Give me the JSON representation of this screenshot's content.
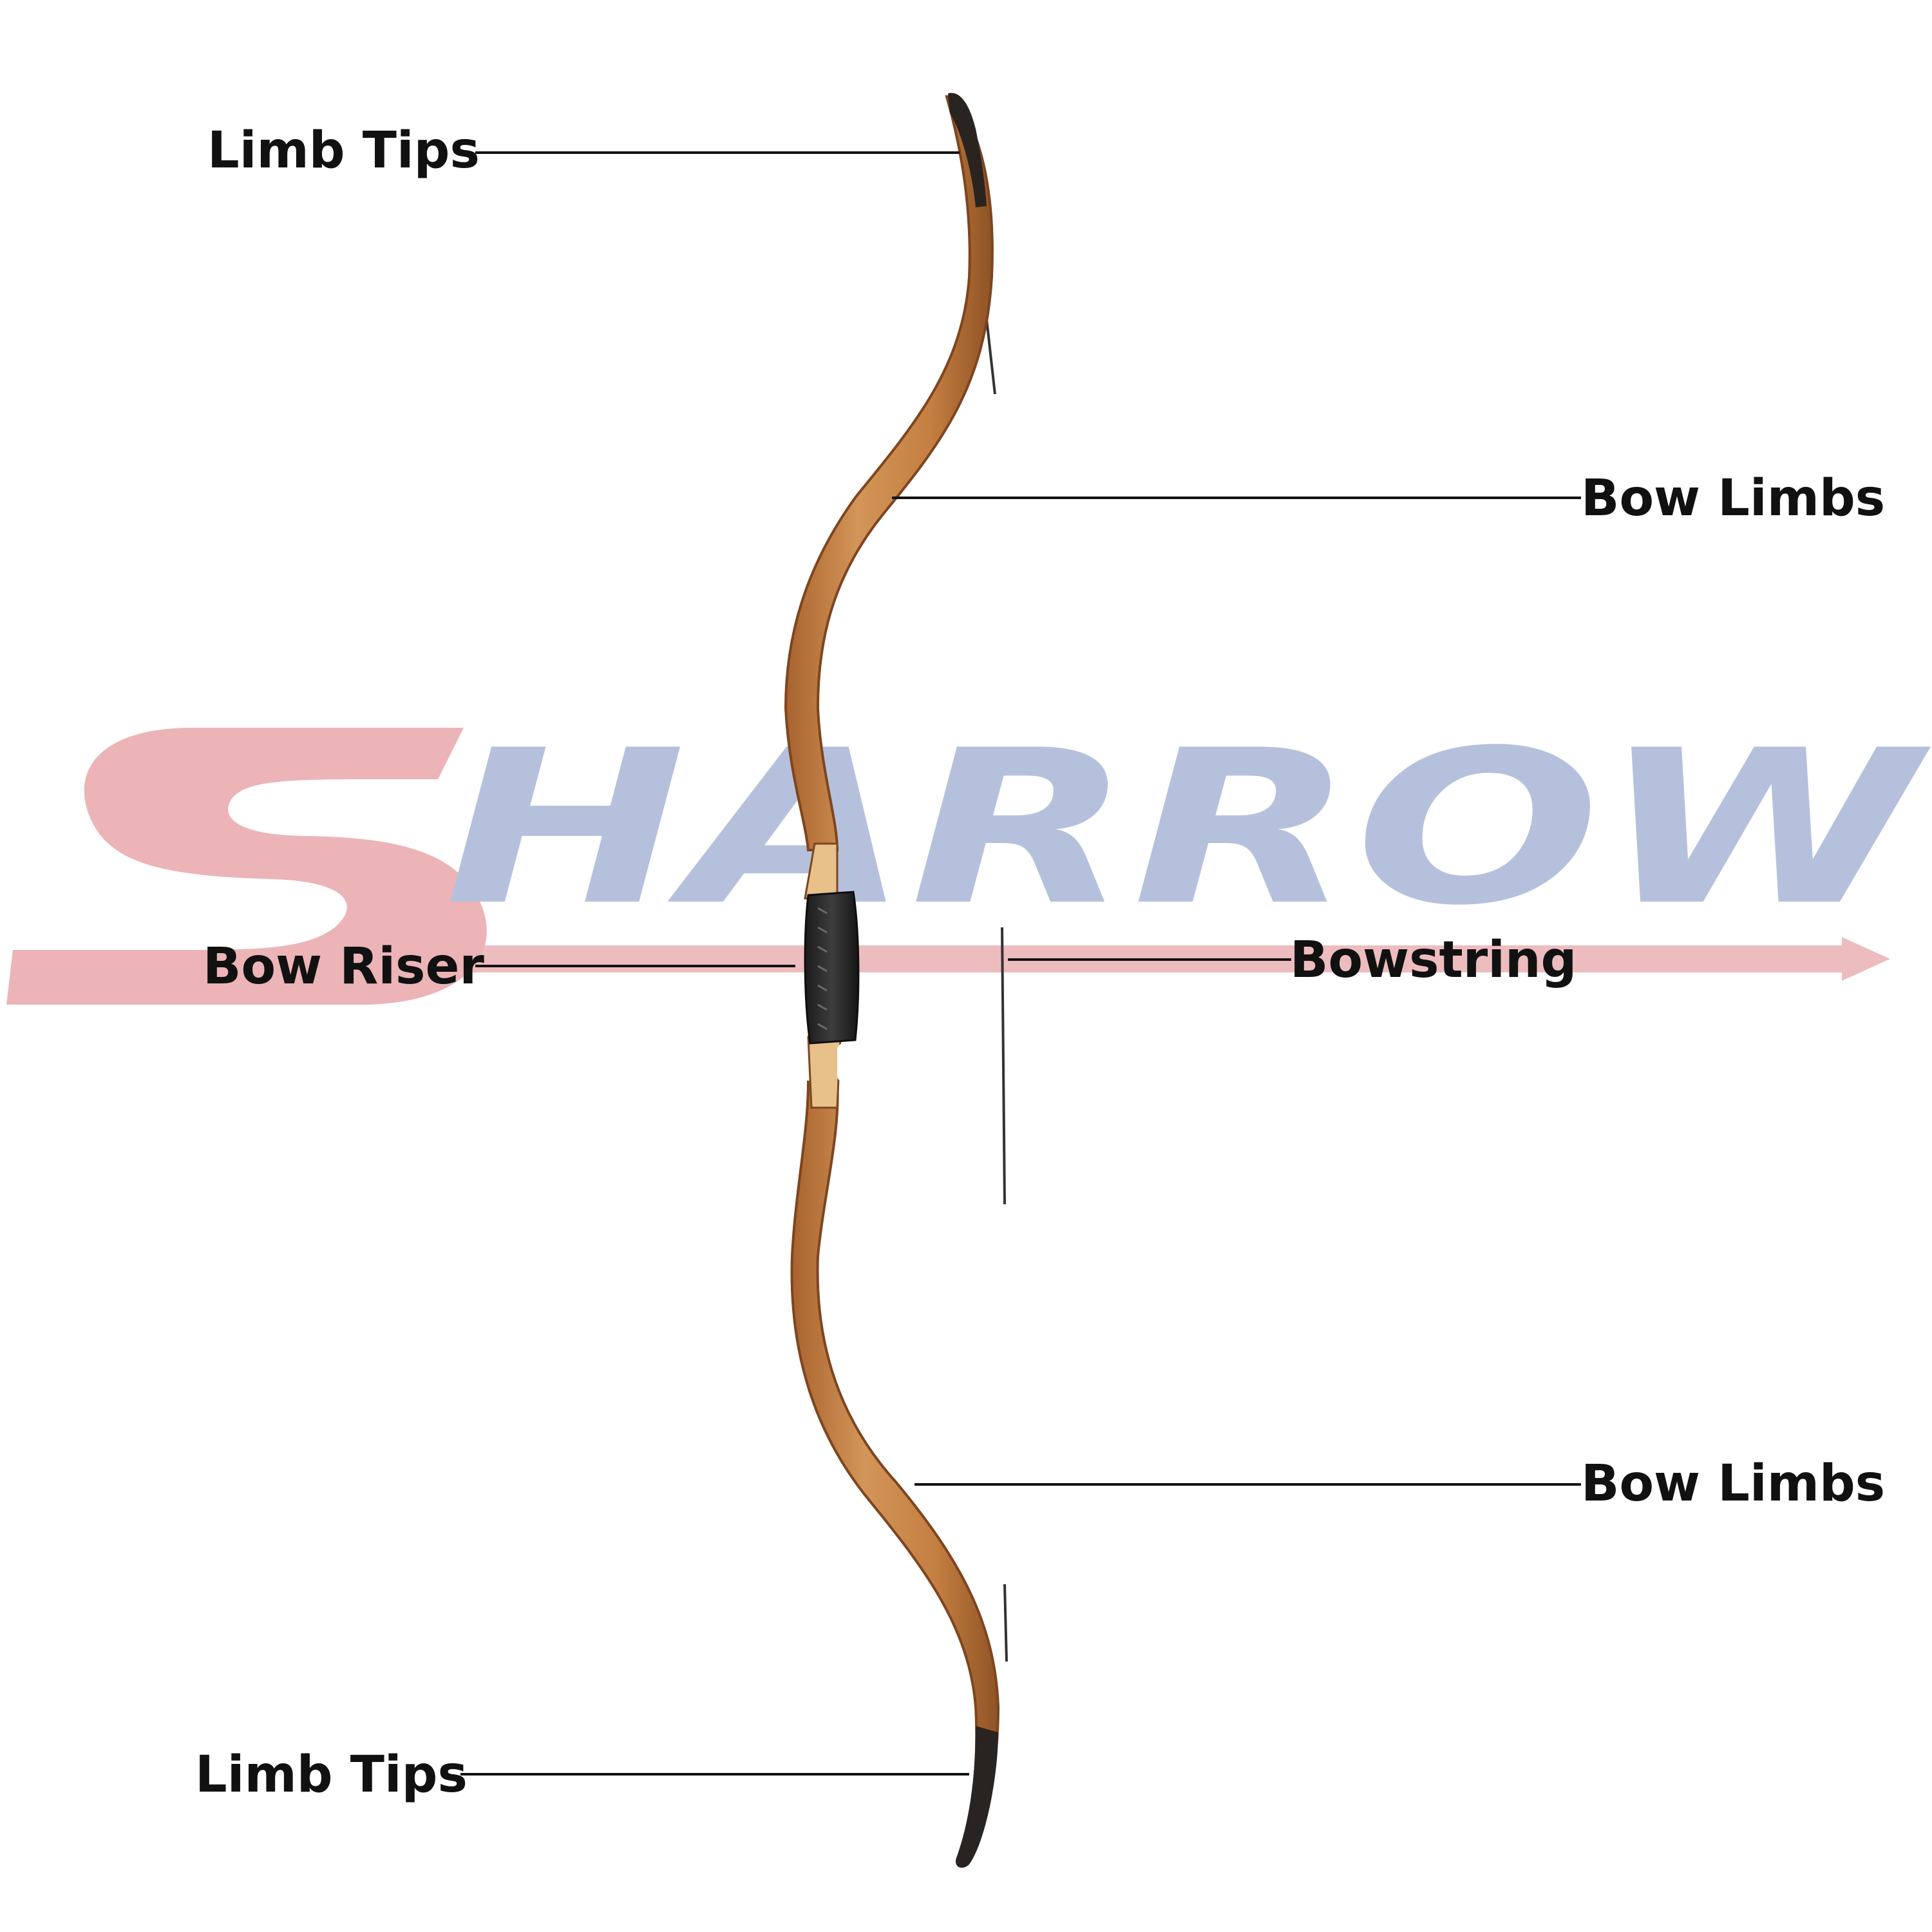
{
  "watermark": {
    "first_letter": "S",
    "rest": "HARROW",
    "color_first": "#e9a7aa",
    "color_rest": "#a9b7d6",
    "arrow_color": "#eab1b4"
  },
  "bow": {
    "wood_color": "#c98a4b",
    "wood_dark": "#9b5e2c",
    "wood_light": "#e6b47a",
    "grip_color": "#2b2b2b",
    "tip_color": "#2a2420",
    "string_color": "#333333"
  },
  "labels": {
    "top_limb_tips": "Limb Tips",
    "top_bow_limbs": "Bow Limbs",
    "bow_riser": "Bow Riser",
    "bowstring": "Bowstring",
    "bottom_bow_limbs": "Bow Limbs",
    "bottom_limb_tips": "Limb Tips"
  }
}
